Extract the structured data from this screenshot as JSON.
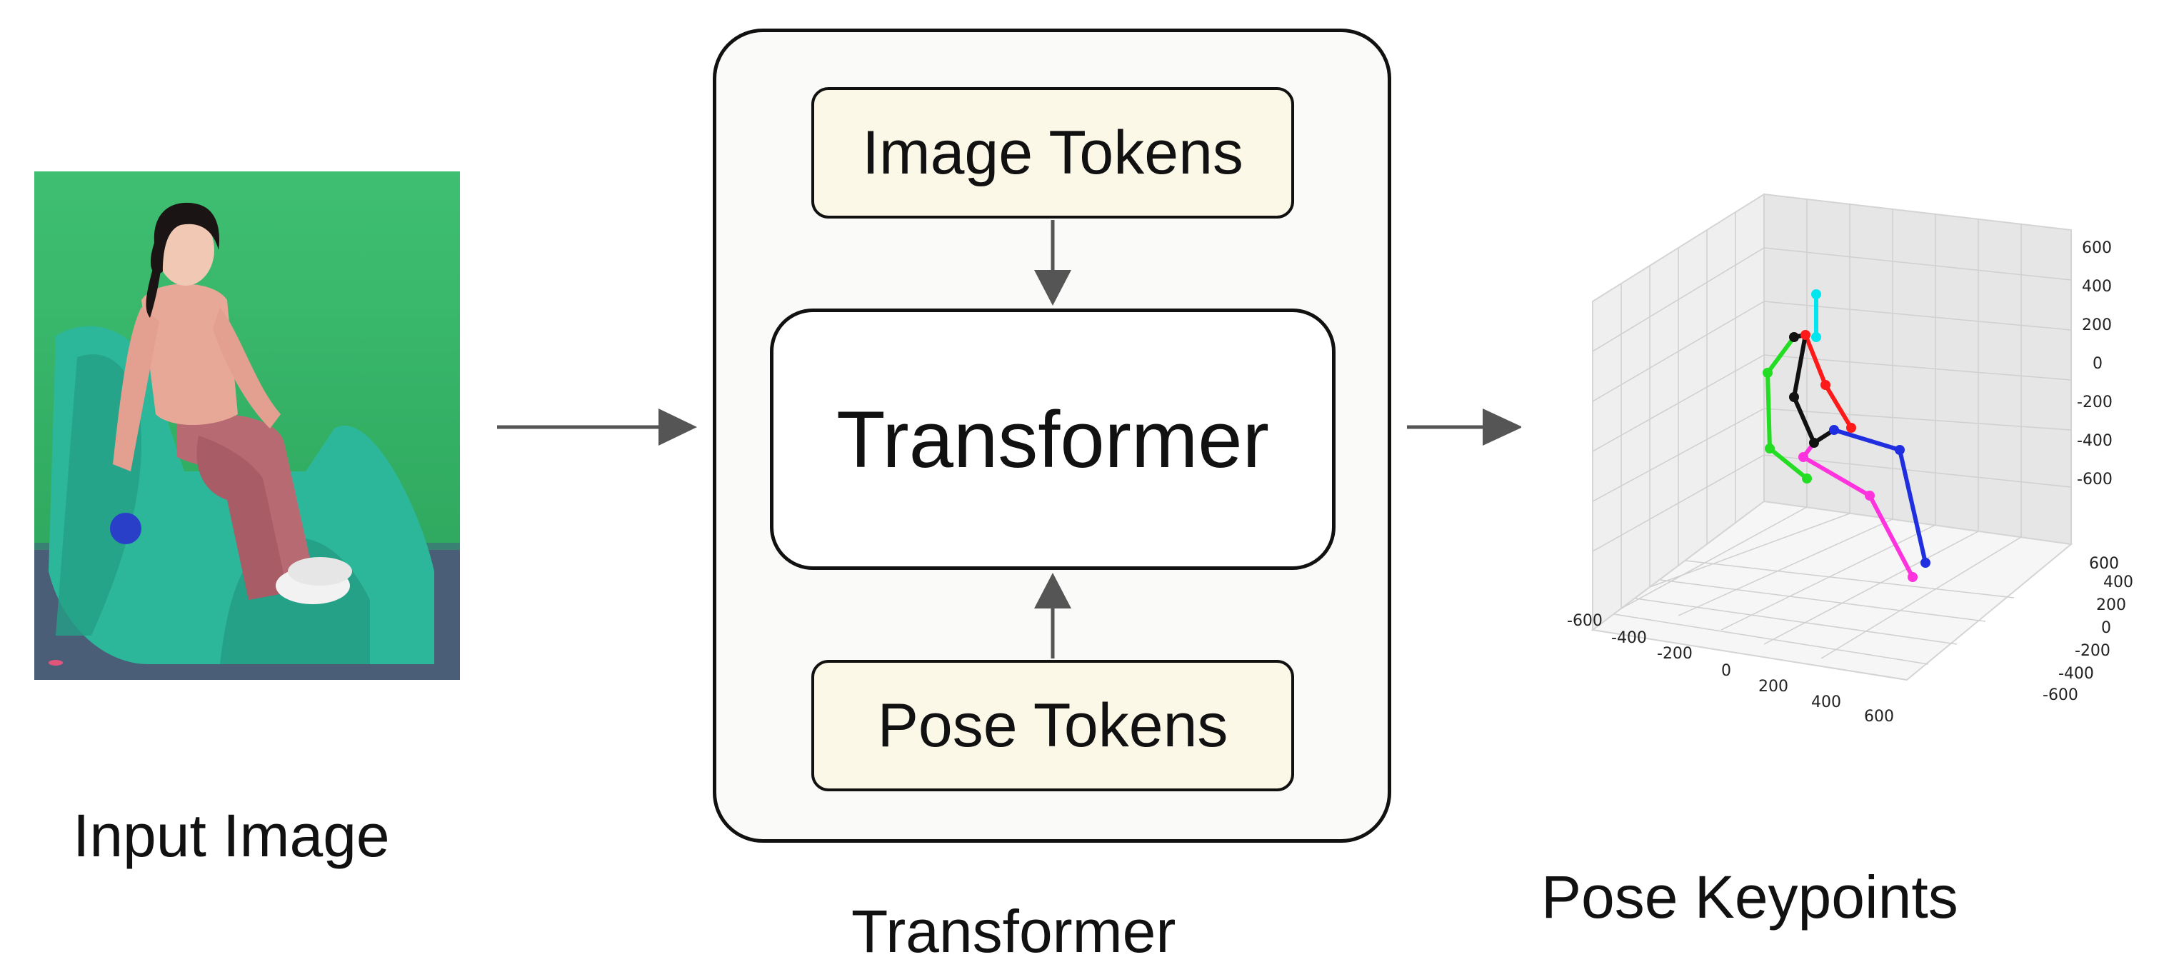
{
  "diagram": {
    "input_label": "Input Image",
    "container_label": "Transformer",
    "image_tokens": "Image Tokens",
    "transformer_block": "Transformer",
    "pose_tokens": "Pose Tokens",
    "output_label": "Pose Keypoints"
  },
  "plot": {
    "axis_ticks": {
      "x": [
        "-600",
        "-400",
        "-200",
        "0",
        "200",
        "400",
        "600"
      ],
      "y": [
        "-600",
        "-400",
        "-200",
        "0",
        "200",
        "400",
        "600"
      ],
      "z": [
        "600",
        "400",
        "200",
        "0",
        "-200",
        "-400",
        "-600"
      ]
    },
    "limb_colors": {
      "head": "#00e5ee",
      "right_arm": "#ff1a1a",
      "left_arm": "#1f2fe0",
      "torso": "#111111",
      "left_leg": "#22dd22",
      "right_leg": "#ff33dd"
    }
  },
  "colors": {
    "token_fill": "#fcf8e8",
    "container_fill": "#fafaf8",
    "arrow": "#555555",
    "backdrop_green": "#35b867",
    "chair_teal": "#2cb79a"
  }
}
